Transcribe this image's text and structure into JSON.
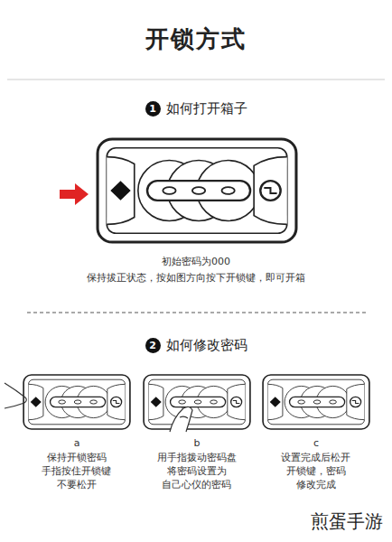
{
  "diagram": {
    "title": "开锁方式",
    "labels": [
      "1",
      "如何打开箱子",
      "初始密码为000",
      "保持拔正状态，按如图方向按下开锁键，即可开箱",
      "2",
      "如何修改密码",
      "a",
      "保持开锁密码 手指按住开锁键 不要松开",
      "b",
      "用手指拨动密码盘 将密码设置为 自己心仪的密码",
      "c",
      "设置完成后松开 开锁键，密码 修改完成",
      "煎蛋手游"
    ]
  }
}
